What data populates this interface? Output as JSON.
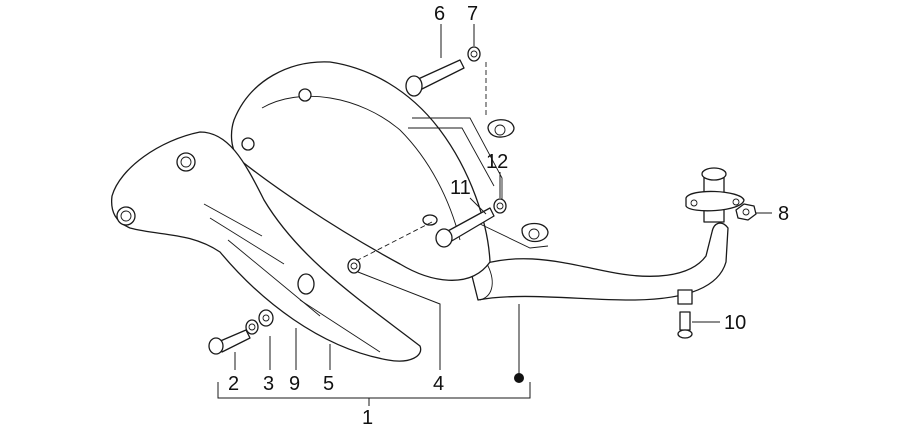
{
  "callouts": [
    {
      "id": "c6",
      "text": "6"
    },
    {
      "id": "c7",
      "text": "7"
    },
    {
      "id": "c12",
      "text": "12"
    },
    {
      "id": "c11",
      "text": "11"
    },
    {
      "id": "c8",
      "text": "8"
    },
    {
      "id": "c10",
      "text": "10"
    },
    {
      "id": "c2",
      "text": "2"
    },
    {
      "id": "c3",
      "text": "3"
    },
    {
      "id": "c9",
      "text": "9"
    },
    {
      "id": "c5",
      "text": "5"
    },
    {
      "id": "c4",
      "text": "4"
    },
    {
      "id": "c1",
      "text": "1"
    }
  ],
  "colors": {
    "line": "#1a1a1a",
    "background": "#ffffff"
  }
}
